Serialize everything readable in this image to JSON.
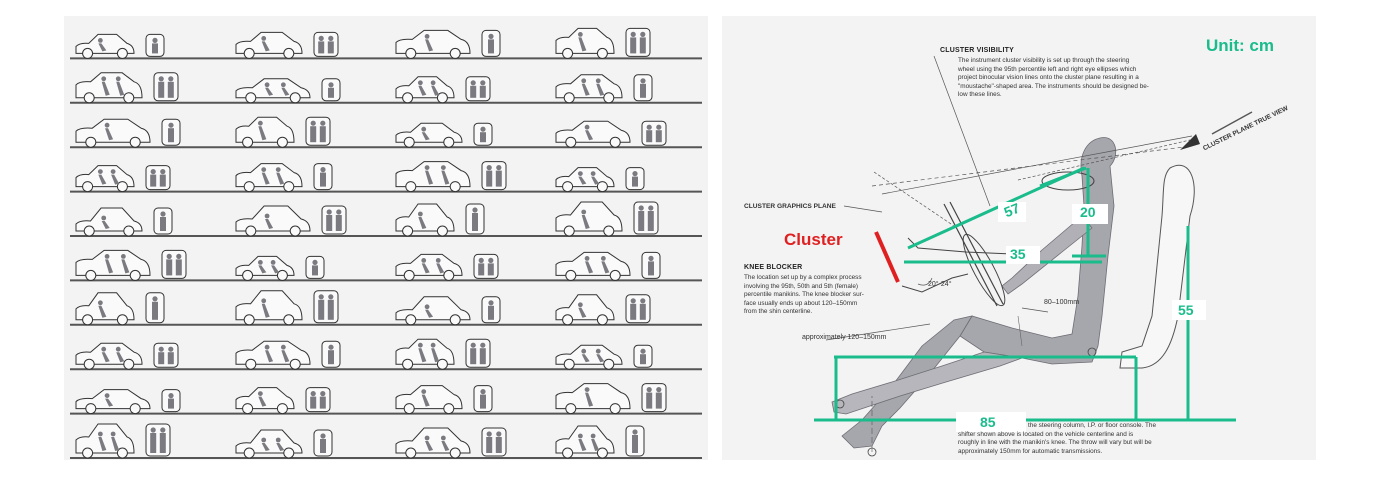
{
  "right": {
    "unit_label": "Unit: cm",
    "cluster_label": "Cluster",
    "cluster_visibility": {
      "heading": "CLUSTER VISIBILITY",
      "lines": [
        "The instrument cluster visibility is set up through the steering",
        "wheel using the 95th percentile left and right eye ellipses which",
        "project binocular vision lines onto the cluster plane resulting in a",
        "\"moustache\"-shaped area. The instruments should be designed be-",
        "low these lines."
      ]
    },
    "cluster_plane_true_view": "CLUSTER PLANE TRUE VIEW",
    "cluster_graphics_plane": "CLUSTER GRAPHICS PLANE",
    "knee_blocker": {
      "heading": "KNEE BLOCKER",
      "lines": [
        "The location set up by a complex process",
        "involving the 95th, 50th and 5th (female)",
        "percentile manikins. The knee blocker sur-",
        "face usually ends up about 120–150mm",
        "from the shin centerline."
      ]
    },
    "approx_label": "approximately 120–150mm",
    "angle_label": "20°-24°",
    "range_label": "80–100mm",
    "bottom_lines": [
      "the steering column, I.P. or floor console. The",
      "shifter shown above is located on the vehicle centerline and is",
      "roughly in line with the manikin's knee. The throw will vary but will be",
      "approximately 150mm for automatic transmissions."
    ],
    "dimensions": {
      "d57": "57",
      "d20": "20",
      "d35": "35",
      "d55": "55",
      "d85": "85"
    }
  },
  "colors": {
    "accent_green": "#1abc8c",
    "cluster_red": "#e02020",
    "figure_gray": "#9a9aa0"
  }
}
